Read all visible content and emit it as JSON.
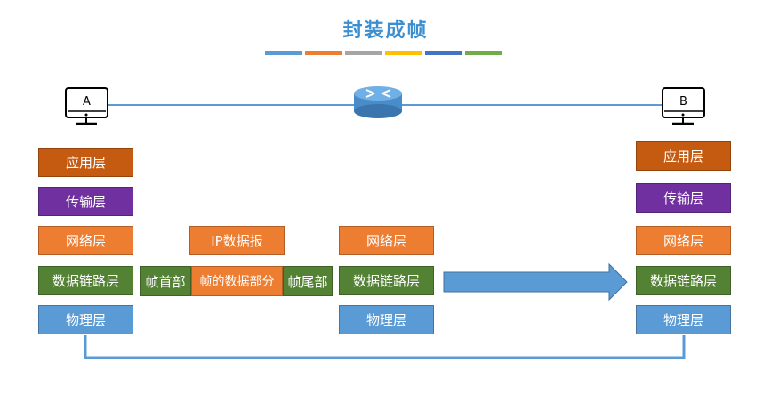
{
  "title": "封装成帧",
  "title_bar_colors": [
    "#5b9bd5",
    "#ed7d31",
    "#a5a5a5",
    "#ffc000",
    "#4472c4",
    "#70ad47"
  ],
  "hosts": {
    "a_label": "A",
    "b_label": "B"
  },
  "layers": {
    "application": "应用层",
    "transport": "传输层",
    "network": "网络层",
    "datalink": "数据链路层",
    "physical": "物理层"
  },
  "ip_packet": "IP数据报",
  "frame": {
    "header": "帧首部",
    "data": "帧的数据部分",
    "trailer": "帧尾部"
  },
  "colors": {
    "title": "#3b8fd0",
    "orange": "#ed7d31",
    "brown": "#c55a11",
    "purple": "#7030a0",
    "green": "#548235",
    "blue": "#5b9bd5"
  }
}
